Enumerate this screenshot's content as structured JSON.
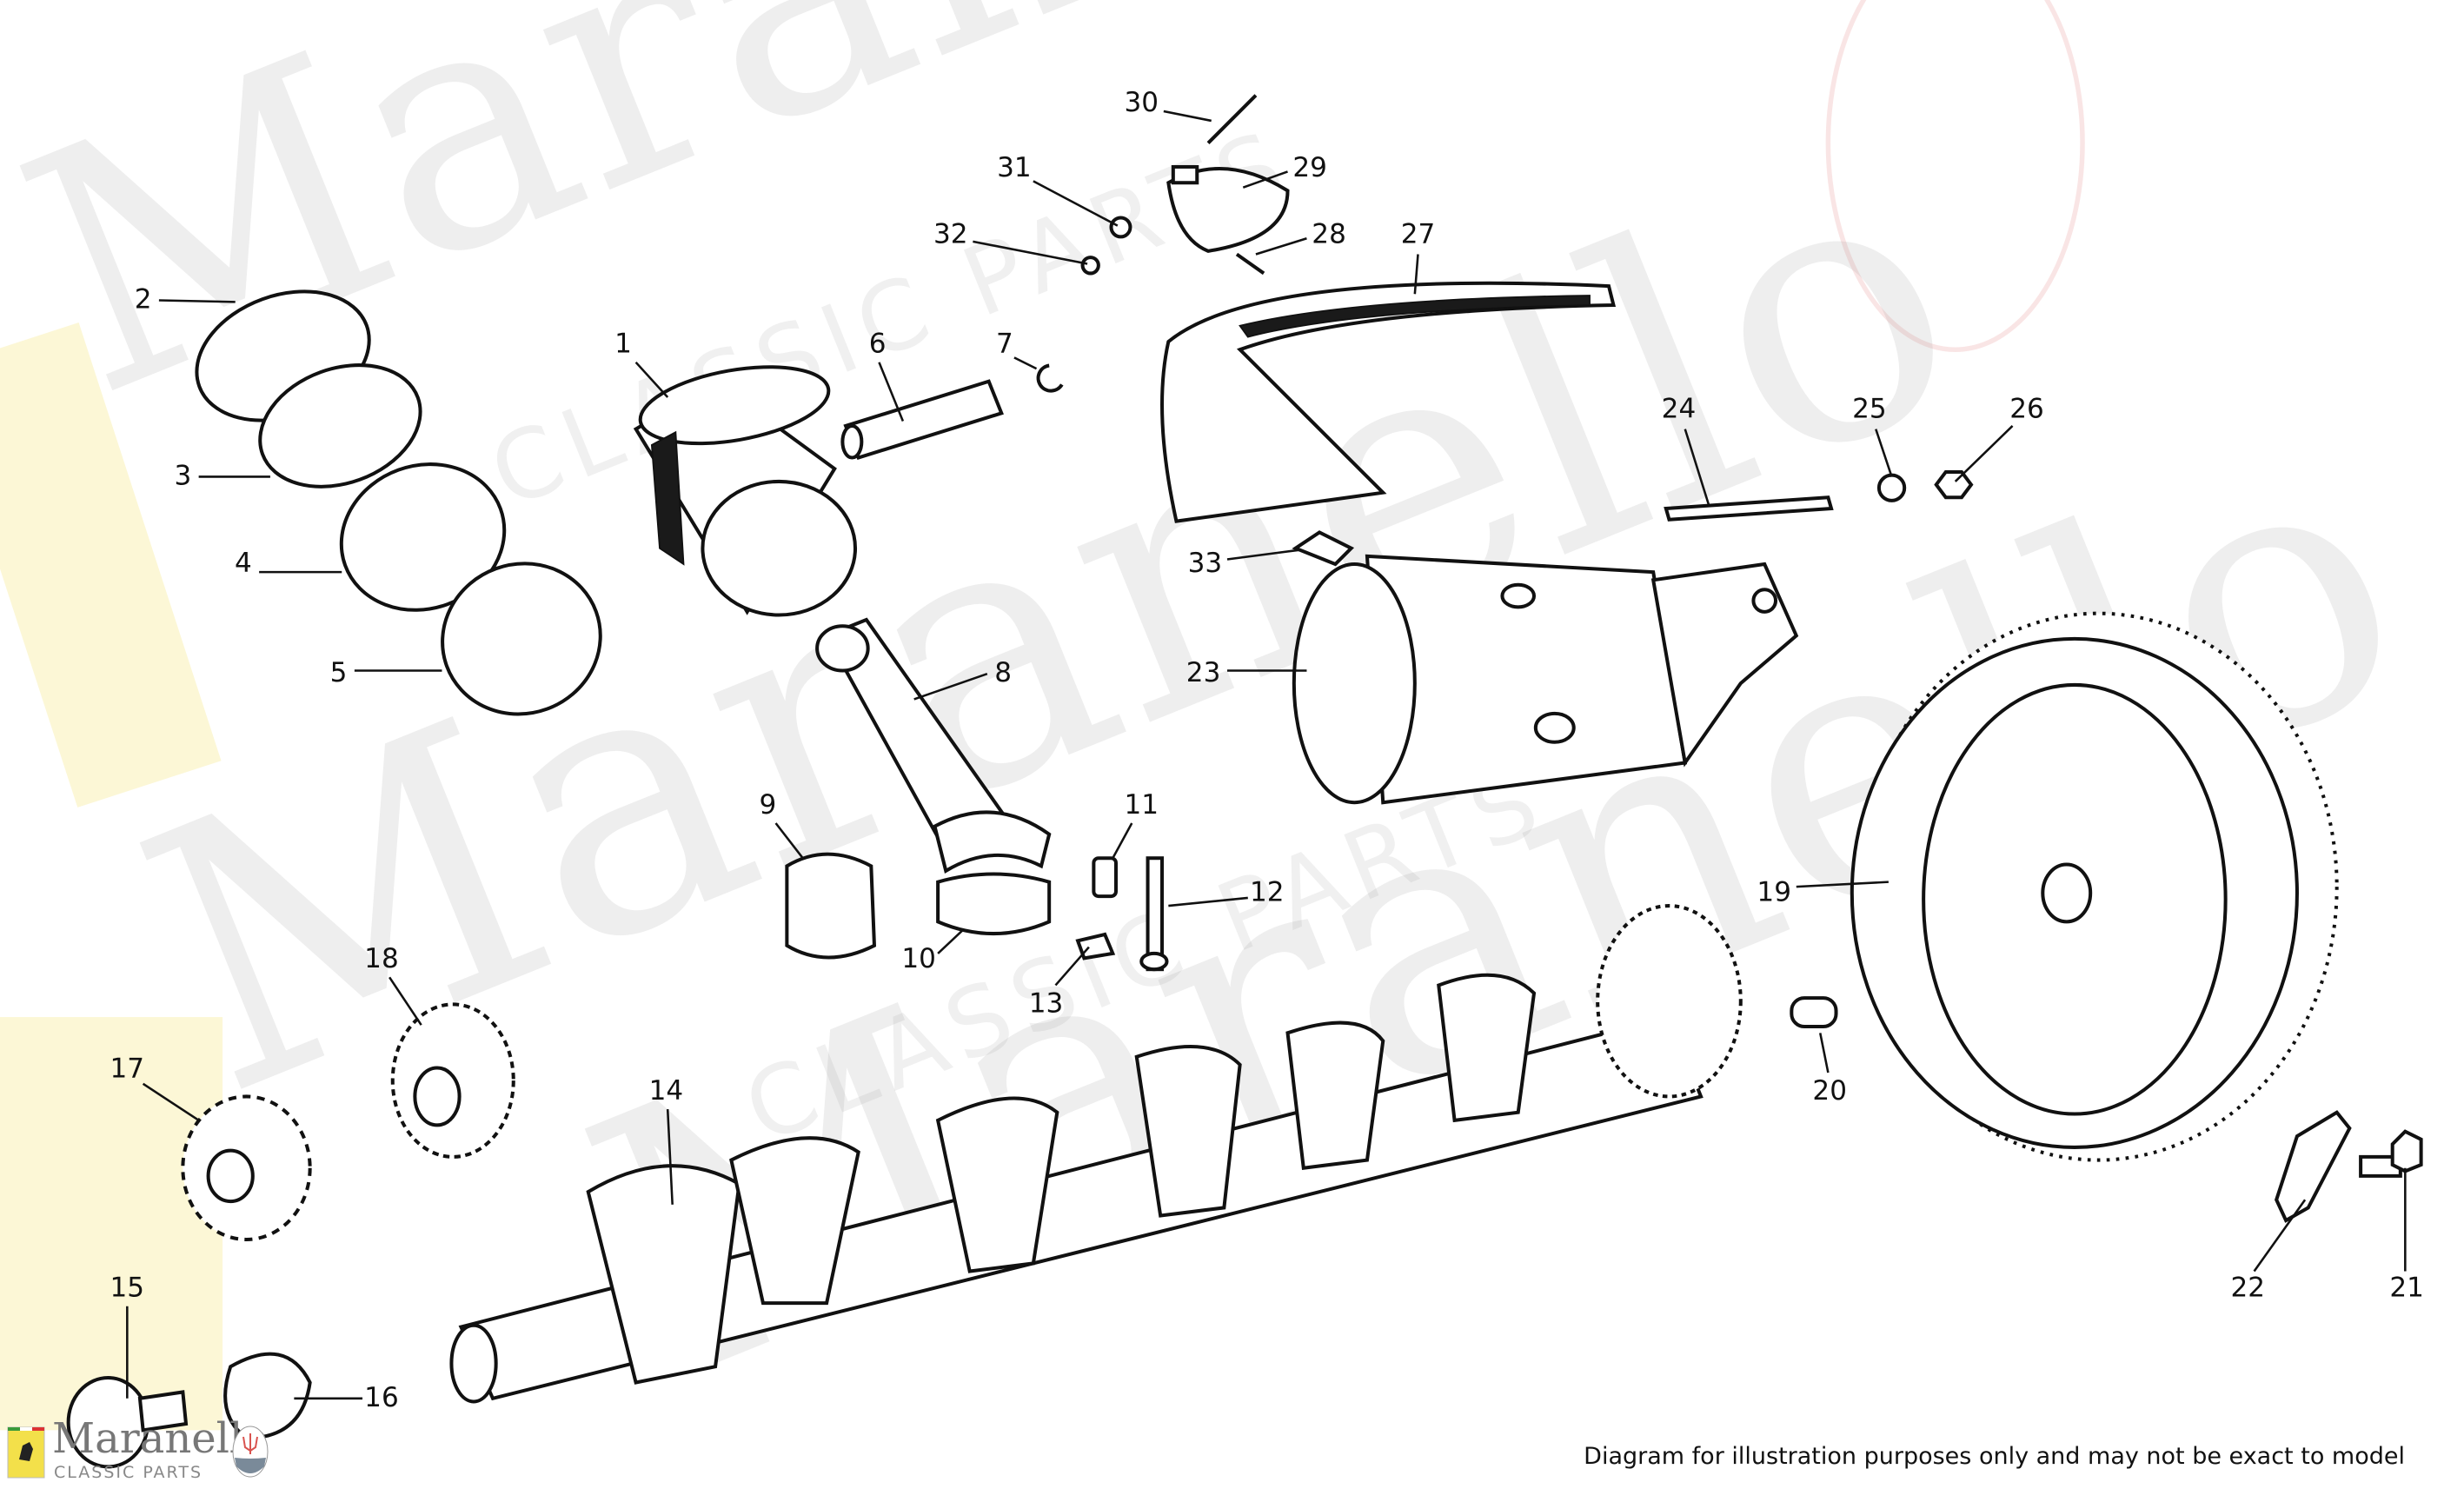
{
  "watermark": {
    "brand": "Maranello",
    "subtitle": "CLASSIC PARTS",
    "ferrari": "Ferrari",
    "maserati": "MASERATI"
  },
  "logo": {
    "name": "Maranello",
    "subtitle": "CLASSIC PARTS",
    "ferrari_badge": "Ferrari",
    "maserati_badge": "MASERATI"
  },
  "disclaimer": "Diagram for illustration purposes only and may not be exact to model",
  "callouts": {
    "c1": "1",
    "c2": "2",
    "c3": "3",
    "c4": "4",
    "c5": "5",
    "c6": "6",
    "c7": "7",
    "c8": "8",
    "c9": "9",
    "c10": "10",
    "c11": "11",
    "c12": "12",
    "c13": "13",
    "c14": "14",
    "c15": "15",
    "c16": "16",
    "c17": "17",
    "c18": "18",
    "c19": "19",
    "c20": "20",
    "c21": "21",
    "c22": "22",
    "c23": "23",
    "c24": "24",
    "c25": "25",
    "c26": "26",
    "c27": "27",
    "c28": "28",
    "c29": "29",
    "c30": "30",
    "c31": "31",
    "c32": "32",
    "c33": "33"
  },
  "colors": {
    "line": "#111111",
    "watermark": "#9a9a9a",
    "ferrari_yellow": "#f3e04a",
    "maserati_red": "#d9534f"
  }
}
